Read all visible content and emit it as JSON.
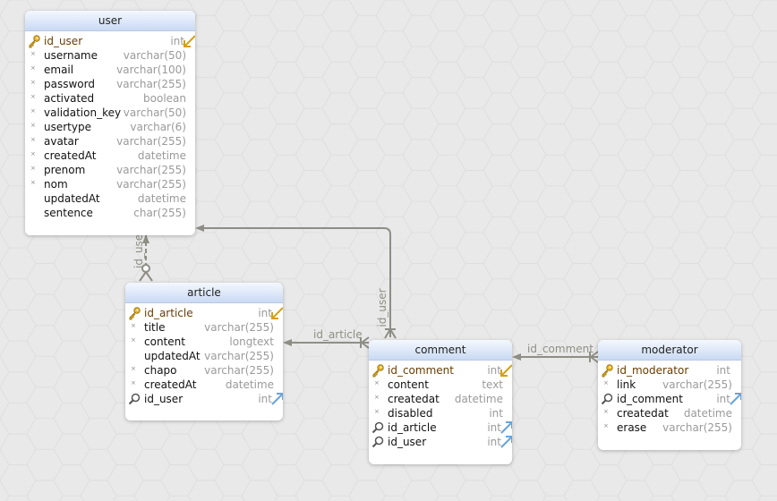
{
  "tables": {
    "user": {
      "name": "user",
      "fields": [
        {
          "name": "id_user",
          "type": "int",
          "key": "pk"
        },
        {
          "name": "username",
          "type": "varchar(50)",
          "key": "nn"
        },
        {
          "name": "email",
          "type": "varchar(100)",
          "key": "nn"
        },
        {
          "name": "password",
          "type": "varchar(255)",
          "key": "nn"
        },
        {
          "name": "activated",
          "type": "boolean",
          "key": "nn"
        },
        {
          "name": "validation_key",
          "type": "varchar(50)",
          "key": "nn"
        },
        {
          "name": "usertype",
          "type": "varchar(6)",
          "key": "nn"
        },
        {
          "name": "avatar",
          "type": "varchar(255)",
          "key": "nn"
        },
        {
          "name": "createdAt",
          "type": "datetime",
          "key": "nn"
        },
        {
          "name": "prenom",
          "type": "varchar(255)",
          "key": "nn"
        },
        {
          "name": "nom",
          "type": "varchar(255)",
          "key": "nn"
        },
        {
          "name": "updatedAt",
          "type": "datetime",
          "key": ""
        },
        {
          "name": "sentence",
          "type": "char(255)",
          "key": ""
        }
      ]
    },
    "article": {
      "name": "article",
      "fields": [
        {
          "name": "id_article",
          "type": "int",
          "key": "pk"
        },
        {
          "name": "title",
          "type": "varchar(255)",
          "key": "nn"
        },
        {
          "name": "content",
          "type": "longtext",
          "key": "nn"
        },
        {
          "name": "updatedAt",
          "type": "varchar(255)",
          "key": ""
        },
        {
          "name": "chapo",
          "type": "varchar(255)",
          "key": "nn"
        },
        {
          "name": "createdAt",
          "type": "datetime",
          "key": "nn"
        },
        {
          "name": "id_user",
          "type": "int",
          "key": "fk"
        }
      ]
    },
    "comment": {
      "name": "comment",
      "fields": [
        {
          "name": "id_comment",
          "type": "int",
          "key": "pk"
        },
        {
          "name": "content",
          "type": "text",
          "key": "nn"
        },
        {
          "name": "createdat",
          "type": "datetime",
          "key": "nn"
        },
        {
          "name": "disabled",
          "type": "int",
          "key": "nn"
        },
        {
          "name": "id_article",
          "type": "int",
          "key": "fknn"
        },
        {
          "name": "id_user",
          "type": "int",
          "key": "fknn"
        }
      ]
    },
    "moderator": {
      "name": "moderator",
      "fields": [
        {
          "name": "id_moderator",
          "type": "int",
          "key": "pk"
        },
        {
          "name": "link",
          "type": "varchar(255)",
          "key": "nn"
        },
        {
          "name": "id_comment",
          "type": "int",
          "key": "fknn"
        },
        {
          "name": "createdat",
          "type": "datetime",
          "key": "nn"
        },
        {
          "name": "erase",
          "type": "varchar(255)",
          "key": "nn"
        }
      ]
    }
  },
  "relations": {
    "article_user": "id_user",
    "comment_user": "id_user",
    "comment_article": "id_article",
    "moderator_comment": "id_comment"
  },
  "colors": {
    "line": "#8e8e86",
    "header": "#c9daf3",
    "key": "#d4a017"
  }
}
